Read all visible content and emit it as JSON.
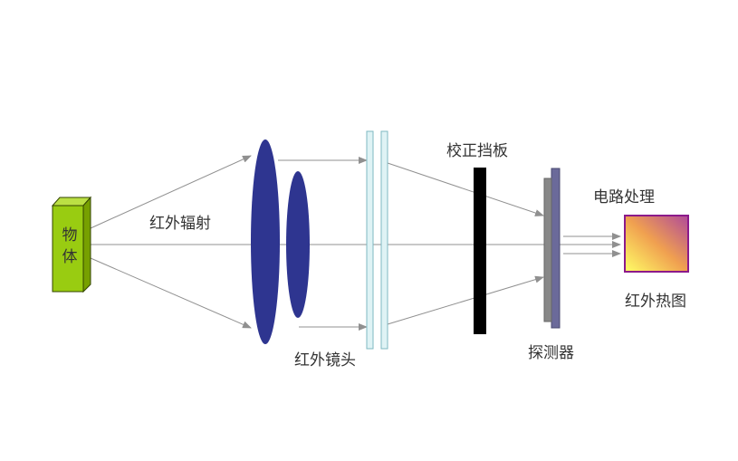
{
  "labels": {
    "object_line1": "物",
    "object_line2": "体",
    "radiation": "红外辐射",
    "lens": "红外镜头",
    "shutter": "校正挡板",
    "detector": "探测器",
    "circuit": "电路处理",
    "thermal_image": "红外热图"
  },
  "colors": {
    "object_front": "#99cc11",
    "object_side": "#77a000",
    "object_top": "#bbe044",
    "lens": "#2e3590",
    "window_plate": "#dff3f5",
    "window_border": "#7fb9c2",
    "shutter": "#000000",
    "detector_front": "#888888",
    "detector_back": "#6b6a9a",
    "image_border": "#8b1a8b",
    "image_gradient_start": "#ffff66",
    "image_gradient_end": "#b04a9a",
    "ray": "#909090"
  }
}
